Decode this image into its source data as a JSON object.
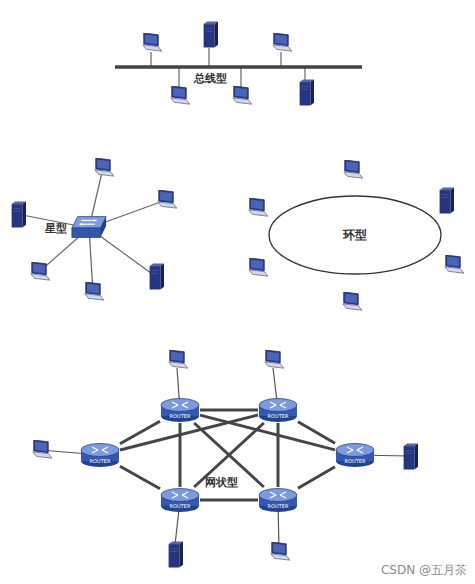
{
  "diagram": {
    "nodes": [
      {
        "text": [
          "星型"
        ]
      },
      {
        "text": [
          "环型"
        ]
      },
      {
        "text": [
          "ROUTER"
        ]
      },
      {
        "text": [
          "ROUTER"
        ]
      },
      {
        "text": [
          "ROUTER"
        ]
      },
      {
        "text": [
          "ROUTER"
        ]
      },
      {
        "text": [
          "ROUTER"
        ]
      },
      {
        "text": [
          "ROUTER"
        ]
      }
    ],
    "edges": [
      {
        "from": 2,
        "to": 3,
        "arrow": "none"
      },
      {
        "from": 2,
        "to": 4,
        "arrow": "none"
      },
      {
        "from": 2,
        "to": 6,
        "arrow": "none"
      },
      {
        "from": 2,
        "to": 7,
        "arrow": "none"
      },
      {
        "from": 2,
        "to": 5,
        "arrow": "none"
      },
      {
        "from": 3,
        "to": 5,
        "arrow": "none"
      },
      {
        "from": 3,
        "to": 7,
        "arrow": "none"
      },
      {
        "from": 3,
        "to": 6,
        "arrow": "none"
      },
      {
        "from": 3,
        "to": 4,
        "arrow": "none"
      },
      {
        "from": 4,
        "to": 6,
        "arrow": "none"
      },
      {
        "from": 6,
        "to": 7,
        "arrow": "none"
      },
      {
        "from": 7,
        "to": 5,
        "arrow": "none"
      }
    ],
    "labels": [
      "总线型",
      "网状型",
      "CSDN @五月茶"
    ]
  }
}
